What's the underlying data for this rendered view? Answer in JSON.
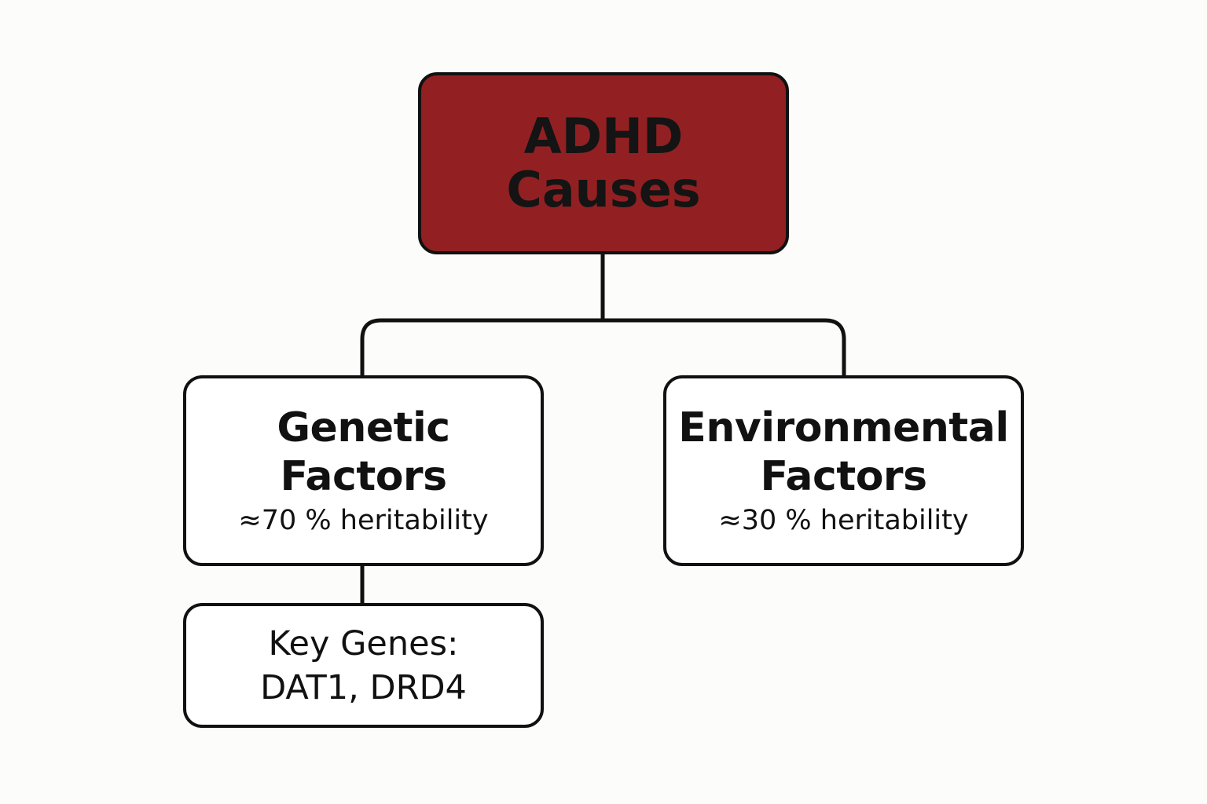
{
  "diagram": {
    "root": {
      "line1": "ADHD",
      "line2": "Causes"
    },
    "genetic": {
      "line1": "Genetic",
      "line2": "Factors",
      "detail": "≈70 % heritability"
    },
    "environmental": {
      "line1": "Environmental",
      "line2": "Factors",
      "detail": "≈30 % heritability"
    },
    "genes": {
      "line1": "Key Genes:",
      "line2": "DAT1, DRD4"
    }
  },
  "colors": {
    "root_fill": "#922022",
    "stroke": "#111111",
    "background": "#fcfcfa",
    "node_fill": "#ffffff"
  }
}
